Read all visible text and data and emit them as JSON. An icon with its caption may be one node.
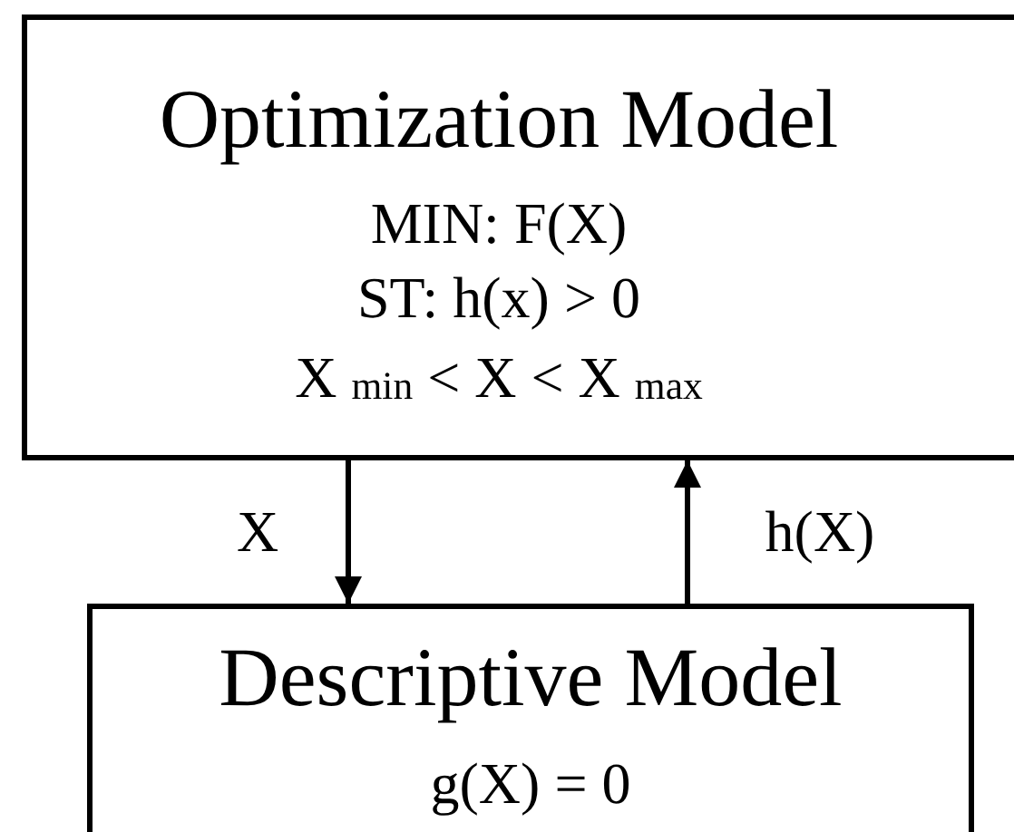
{
  "diagram": {
    "nodes": [
      {
        "text": [
          "Optimization Model",
          "MIN:  F(X)",
          "ST: h(x) > 0",
          "X $_{min}$  < X < X $_{max}$"
        ]
      },
      {
        "text": [
          "Descriptive Model",
          "g(X) = 0"
        ]
      }
    ],
    "edges": [
      {
        "from": 0,
        "to": 1,
        "arrow": "to",
        "label": "X"
      },
      {
        "from": 1,
        "to": 0,
        "arrow": "to",
        "label": "h(X)"
      }
    ]
  }
}
